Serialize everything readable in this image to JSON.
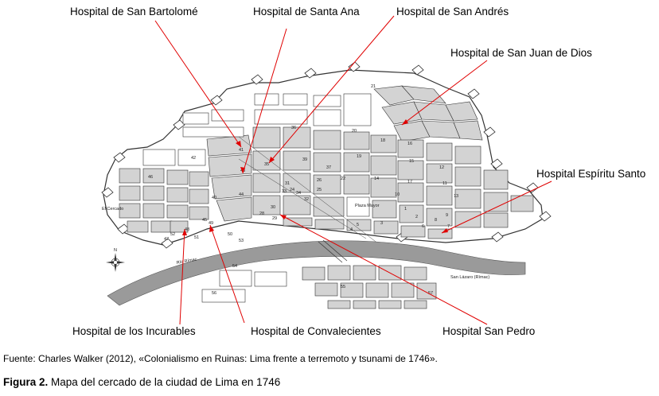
{
  "labels": {
    "san_bartolome": "Hospital de San Bartolomé",
    "santa_ana": "Hospital de Santa Ana",
    "san_andres": "Hospital de San Andrés",
    "san_juan_de_dios": "Hospital de San Juan de Dios",
    "espiritu_santo": "Hospital Espíritu Santo",
    "incurables": "Hospital de los Incurables",
    "convalecientes": "Hospital de Convalecientes",
    "san_pedro": "Hospital San Pedro"
  },
  "map_text": {
    "rio_rimac": "Río Rímac",
    "san_lazaro": "San Lázaro (Rímac)",
    "el_cercado": "El Cercado",
    "plaza_mayor": "Plaza Mayor",
    "compass_n": "N"
  },
  "block_numbers": [
    "21",
    "36",
    "20",
    "18",
    "16",
    "41",
    "42",
    "43",
    "35",
    "39",
    "19",
    "37",
    "15",
    "40",
    "46",
    "26",
    "31",
    "34",
    "25",
    "32",
    "22",
    "14",
    "17",
    "12",
    "11",
    "13",
    "44",
    "30",
    "33",
    "24",
    "10",
    "9",
    "28",
    "29",
    "8",
    "7",
    "6",
    "5",
    "4",
    "3",
    "2",
    "1",
    "45",
    "47",
    "48",
    "49",
    "50",
    "51",
    "52",
    "53",
    "54",
    "55",
    "56",
    "57"
  ],
  "source": "Fuente: Charles Walker (2012), «Colonialismo en Ruinas: Lima frente a terremoto y tsunami de 1746».",
  "caption": {
    "label": "Figura 2.",
    "text": " Mapa del cercado de la ciudad de Lima en 1746"
  },
  "colors": {
    "arrow": "#e00000",
    "block_fill": "#d3d3d3",
    "river": "#9a9a9a"
  }
}
